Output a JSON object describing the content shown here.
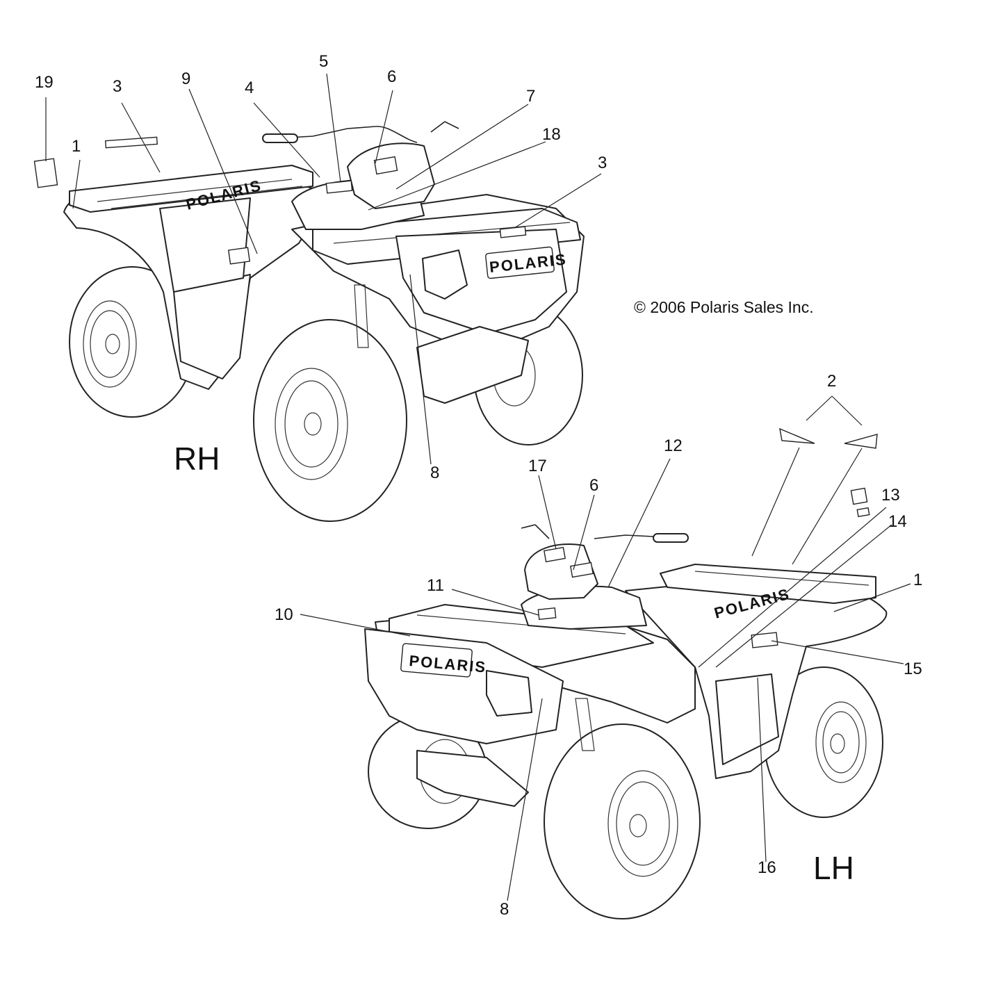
{
  "views": {
    "rh": "RH",
    "lh": "LH"
  },
  "copyright": "© 2006 Polaris Sales Inc.",
  "brand_rh_fender": "POLARIS",
  "brand_rh_front": "POLARIS",
  "brand_lh_front": "POLARIS",
  "brand_lh_fender": "POLARIS",
  "callouts": {
    "c19": "19",
    "c3a": "3",
    "c9": "9",
    "c4": "4",
    "c5": "5",
    "c6a": "6",
    "c7": "7",
    "c18": "18",
    "c3b": "3",
    "c1a": "1",
    "c8a": "8",
    "c2": "2",
    "c12": "12",
    "c17": "17",
    "c6b": "6",
    "c13": "13",
    "c14": "14",
    "c11": "11",
    "c10": "10",
    "c1b": "1",
    "c15": "15",
    "c16": "16",
    "c8b": "8"
  }
}
